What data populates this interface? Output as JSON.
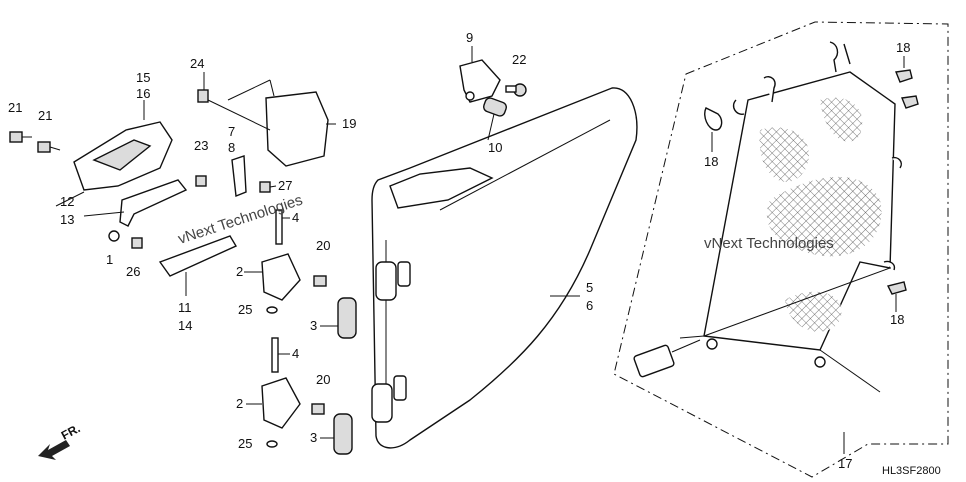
{
  "diagram": {
    "callouts": [
      {
        "id": "c21a",
        "text": "21"
      },
      {
        "id": "c21b",
        "text": "21"
      },
      {
        "id": "c15",
        "text": "15"
      },
      {
        "id": "c16",
        "text": "16"
      },
      {
        "id": "c12",
        "text": "12"
      },
      {
        "id": "c13",
        "text": "13"
      },
      {
        "id": "c1",
        "text": "1"
      },
      {
        "id": "c26",
        "text": "26"
      },
      {
        "id": "c24",
        "text": "24"
      },
      {
        "id": "c23",
        "text": "23"
      },
      {
        "id": "c7",
        "text": "7"
      },
      {
        "id": "c8",
        "text": "8"
      },
      {
        "id": "c19",
        "text": "19"
      },
      {
        "id": "c27",
        "text": "27"
      },
      {
        "id": "c4a",
        "text": "4"
      },
      {
        "id": "c20a",
        "text": "20"
      },
      {
        "id": "c2a",
        "text": "2"
      },
      {
        "id": "c11",
        "text": "11"
      },
      {
        "id": "c14",
        "text": "14"
      },
      {
        "id": "c25a",
        "text": "25"
      },
      {
        "id": "c3a",
        "text": "3"
      },
      {
        "id": "c4b",
        "text": "4"
      },
      {
        "id": "c20b",
        "text": "20"
      },
      {
        "id": "c2b",
        "text": "2"
      },
      {
        "id": "c25b",
        "text": "25"
      },
      {
        "id": "c3b",
        "text": "3"
      },
      {
        "id": "c9",
        "text": "9"
      },
      {
        "id": "c22",
        "text": "22"
      },
      {
        "id": "c10",
        "text": "10"
      },
      {
        "id": "c5",
        "text": "5"
      },
      {
        "id": "c6",
        "text": "6"
      },
      {
        "id": "c18a",
        "text": "18"
      },
      {
        "id": "c18b",
        "text": "18"
      },
      {
        "id": "c18c",
        "text": "18"
      },
      {
        "id": "c17",
        "text": "17"
      }
    ],
    "watermarks": [
      "vNext Technologies",
      "vNext Technologies"
    ],
    "front_label": "FR.",
    "diagram_code": "HL3SF2800"
  }
}
